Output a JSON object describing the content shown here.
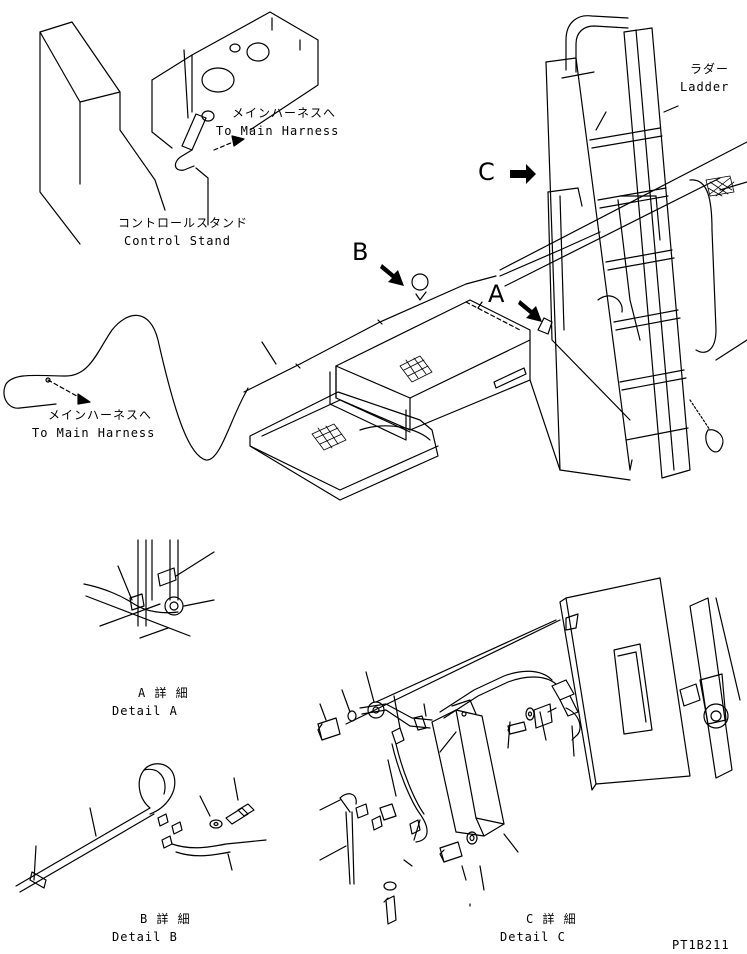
{
  "labels": {
    "ladder_jp": "ラダー",
    "ladder_en": "Ladder",
    "harness_top_jp": "メインハーネスへ",
    "harness_top_en": "To Main Harness",
    "control_stand_jp": "コントロールスタンド",
    "control_stand_en": "Control Stand",
    "harness_left_jp": "メインハーネスへ",
    "harness_left_en": "To Main Harness",
    "detail_a_jp": "A 詳 細",
    "detail_a_en": "Detail A",
    "detail_b_jp": "B 詳 細",
    "detail_b_en": "Detail B",
    "detail_c_jp": "C 詳 細",
    "detail_c_en": "Detail C",
    "drawing_code": "PT1B211"
  },
  "callouts": {
    "a": "A",
    "b": "B",
    "c": "C"
  },
  "colors": {
    "line": "#000000",
    "background": "#ffffff"
  }
}
